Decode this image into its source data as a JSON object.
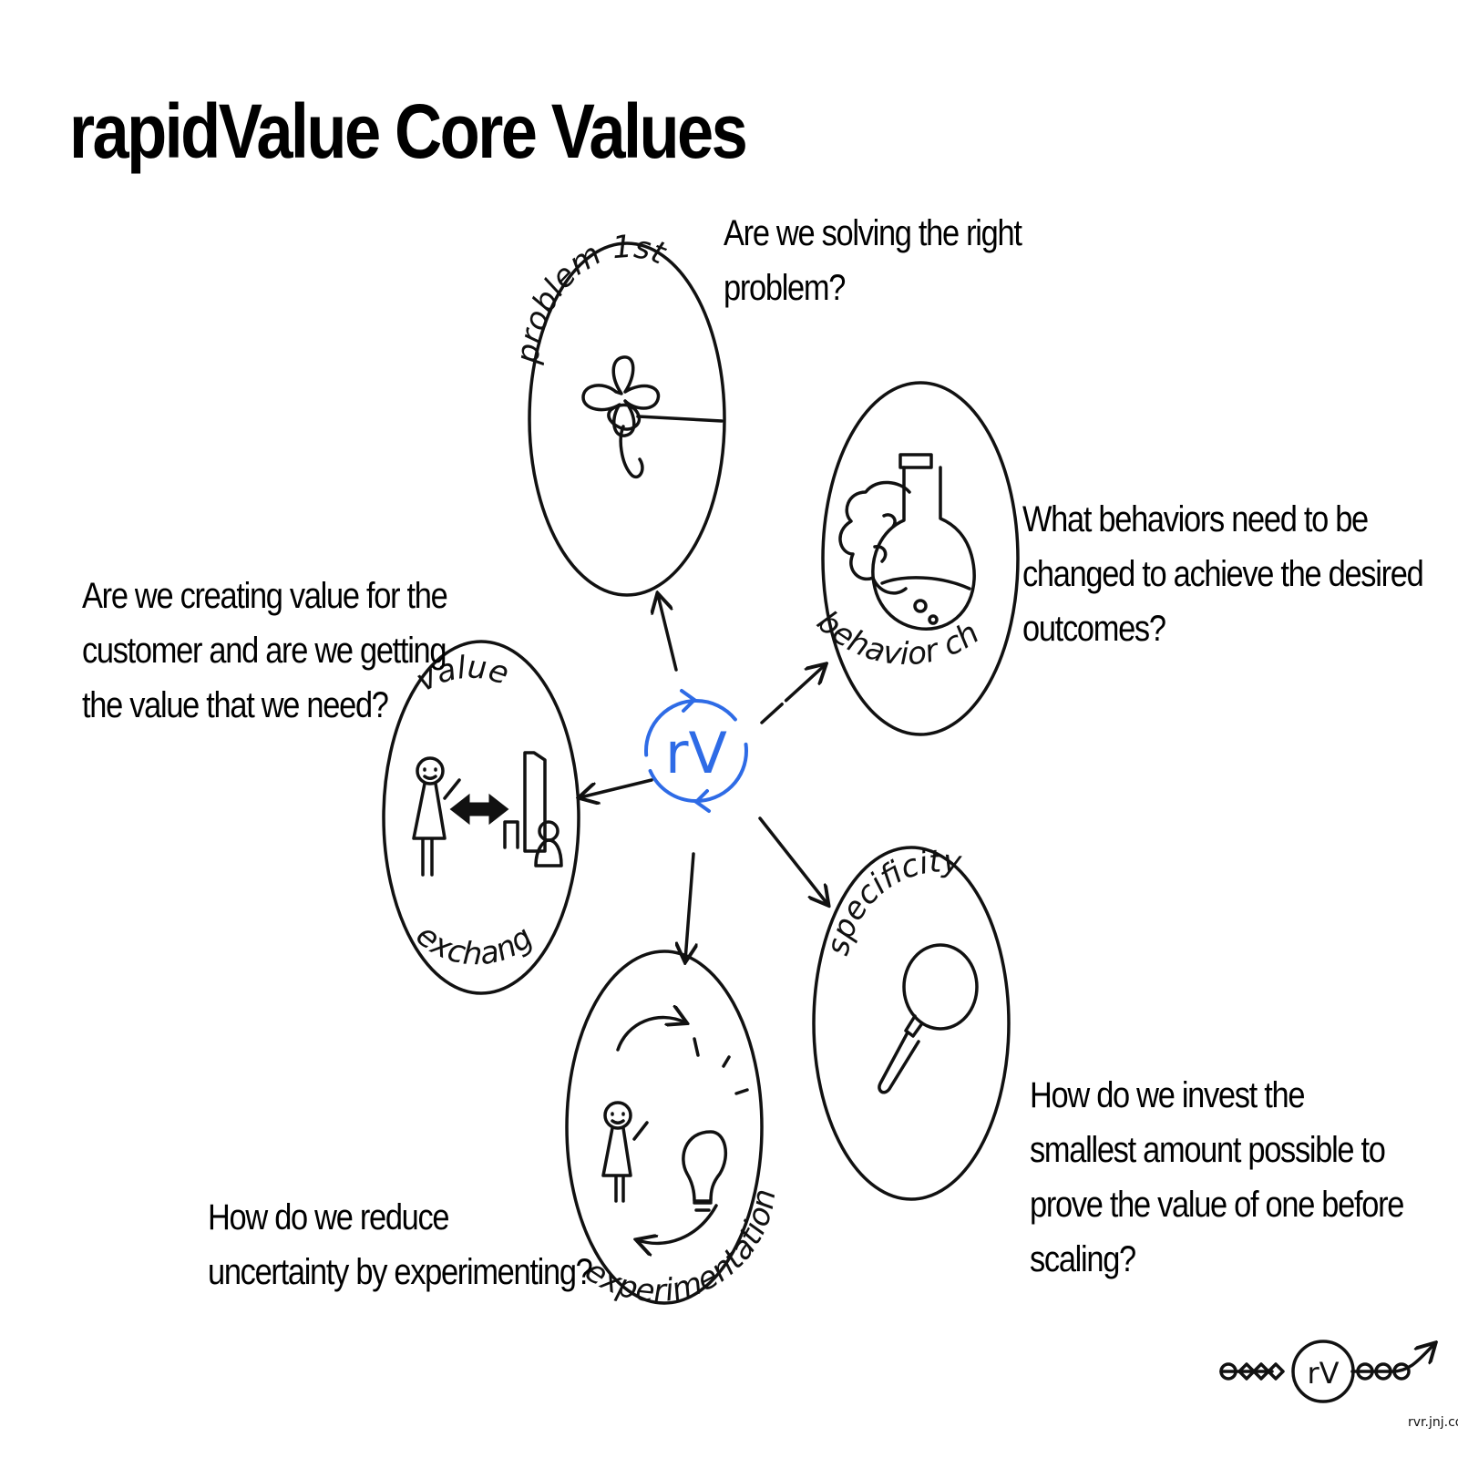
{
  "title": "rapidValue Core Values",
  "center_label": "rV",
  "colors": {
    "ink": "#111111",
    "center_accent": "#2e6be6",
    "background": "#ffffff"
  },
  "values": [
    {
      "id": "problem-1st",
      "label": "problem 1st",
      "icon": "tangled-knot-icon",
      "question": [
        "Are we solving the right",
        "problem?"
      ]
    },
    {
      "id": "behavior-change",
      "label": "behavior change",
      "icon": "brain-flask-icon",
      "question": [
        "What behaviors need to be",
        "changed to achieve the desired",
        "outcomes?"
      ]
    },
    {
      "id": "specificity",
      "label": "specificity",
      "icon": "magnifying-glass-icon",
      "question": [
        "How do we invest the",
        "smallest amount possible to",
        "prove the value of one before",
        "scaling?"
      ]
    },
    {
      "id": "experimentation",
      "label": "experimentation",
      "icon": "idea-cycle-icon",
      "question": [
        "How do we reduce",
        "uncertainty by experimenting?"
      ]
    },
    {
      "id": "value-exchange",
      "label_top": "value",
      "label_bottom": "exchange",
      "icon": "exchange-people-icon",
      "question": [
        "Are we creating value for the",
        "customer and are we getting",
        "the value that we need?"
      ]
    }
  ],
  "footer": {
    "logo_label": "rV",
    "url": "rvr.jnj.com"
  }
}
